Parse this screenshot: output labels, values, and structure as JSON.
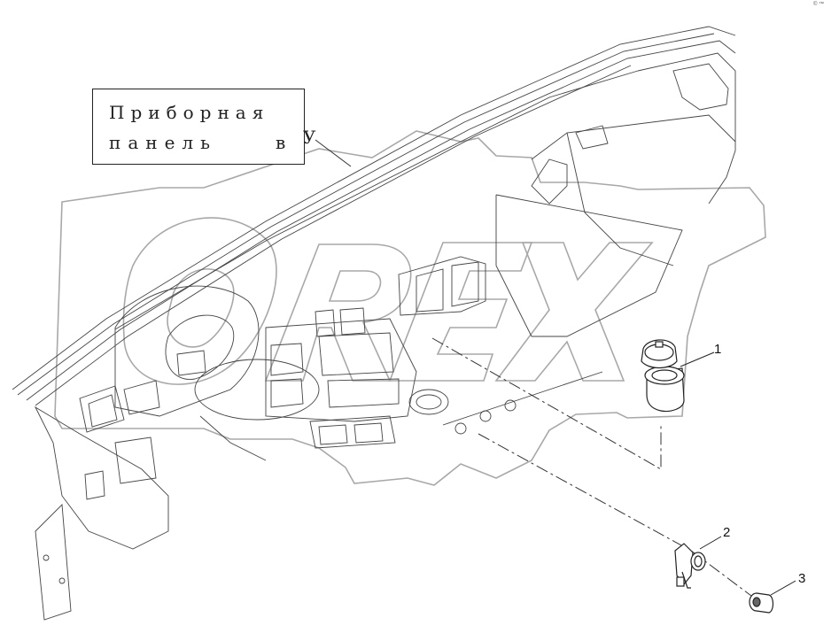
{
  "label": {
    "line1": "Приборная",
    "line2": "панель",
    "line2_tail": "в",
    "suffix": "У"
  },
  "callouts": {
    "part1": "1",
    "part2": "2",
    "part3": "3"
  },
  "corner_mark": "© ™",
  "watermark_text": "OREX",
  "colors": {
    "line": "#333333",
    "watermark": "#9a9a9a",
    "text": "#222222"
  }
}
